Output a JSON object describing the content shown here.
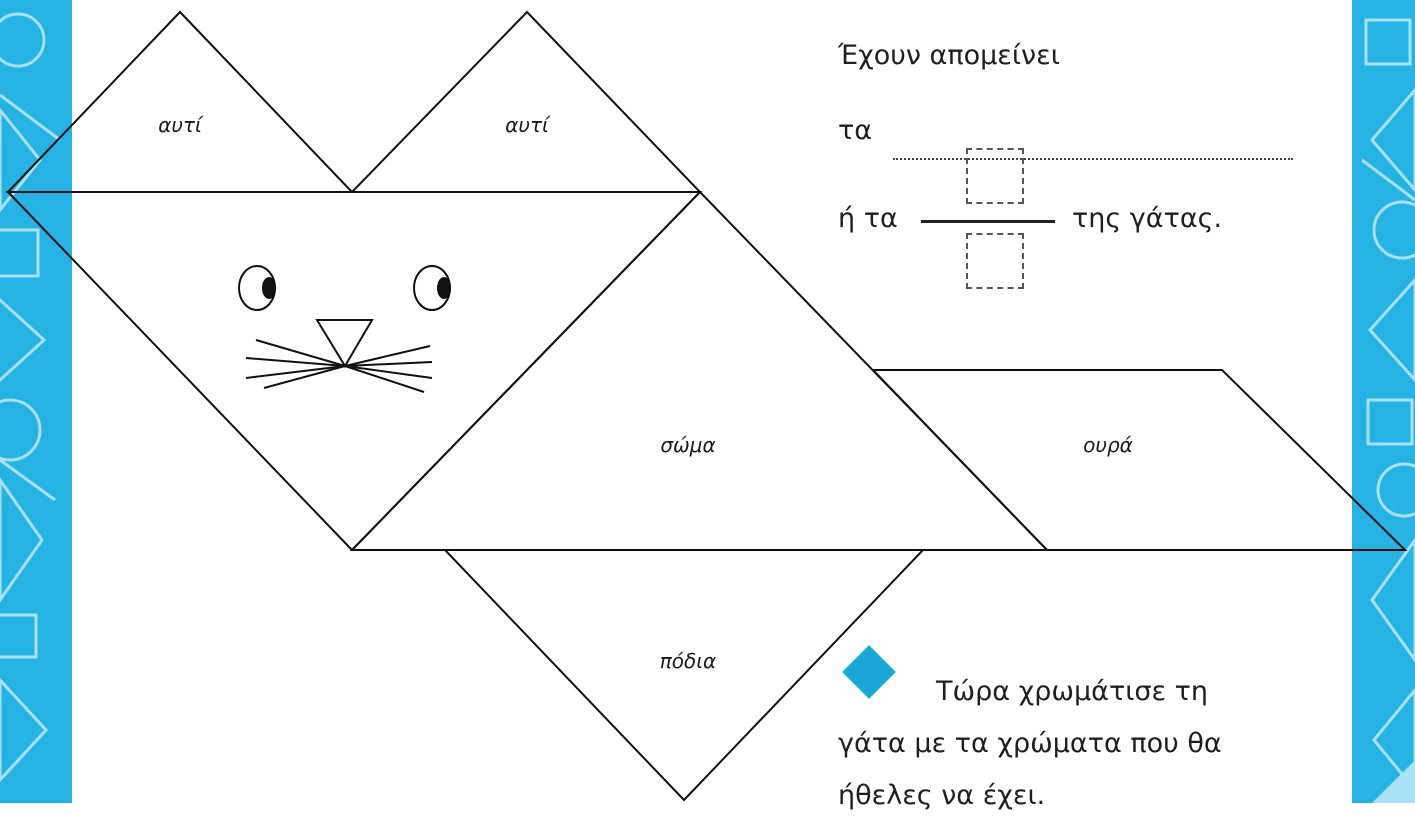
{
  "colors": {
    "border": "#27b2e4",
    "border_pattern": "#a7e2f6",
    "bullet": "#1aa7d8",
    "lines": "#111111"
  },
  "cat_labels": {
    "ear_left": "αυτί",
    "ear_right": "αυτί",
    "body": "σώμα",
    "tail": "ουρά",
    "legs": "πόδια"
  },
  "text": {
    "remaining": "Έχουν απομείνει",
    "ta": "τα",
    "or_ta": "ή τα",
    "of_cat": "της γάτας.",
    "instruction_line1": "Τώρα χρωμάτισε τη",
    "instruction_line2": "γάτα με τα χρώματα που θα",
    "instruction_line3": "ήθελες να έχει."
  },
  "icons": {
    "bullet": "diamond-bullet-icon",
    "border_pattern": "geometric-shapes-pattern"
  }
}
